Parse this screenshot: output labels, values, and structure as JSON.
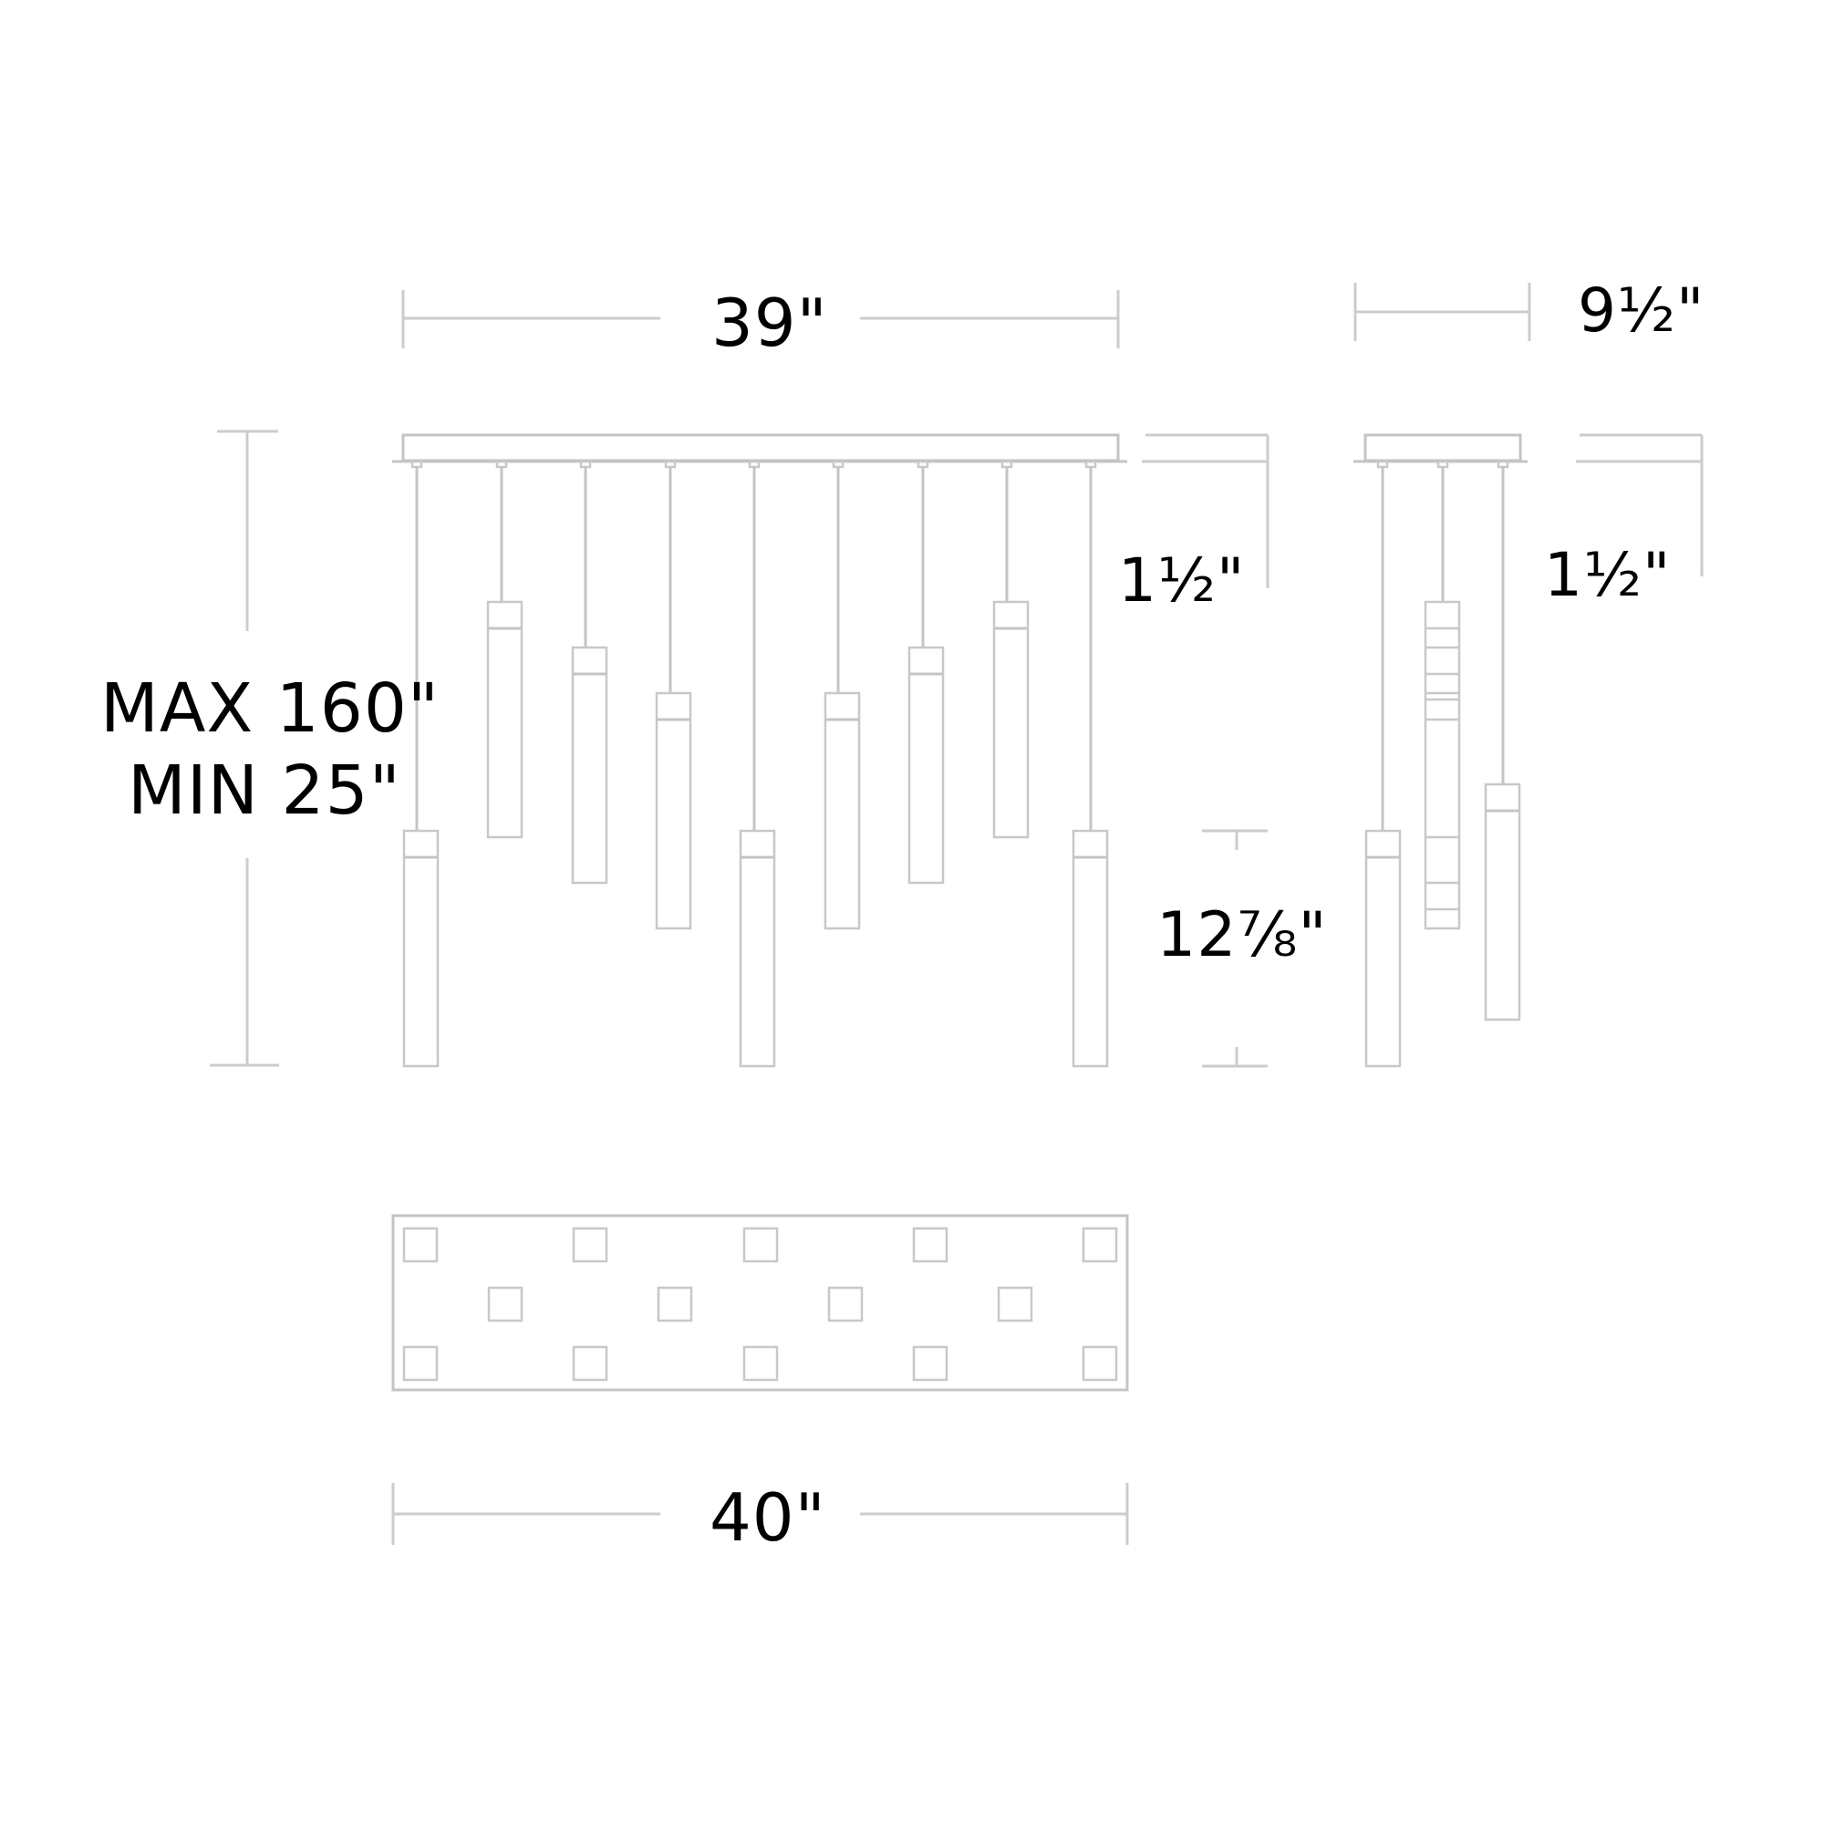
{
  "drawing": {
    "title": "Linear multi-pendant dimension drawing",
    "stroke_color": "#c4c4c4",
    "text_color": "#000000",
    "background": "#ffffff"
  },
  "labels": {
    "front_width": "39\"",
    "side_depth": "9½\"",
    "height_max": "MAX 160\"",
    "height_min": "MIN 25\"",
    "canopy_height_front": "1½\"",
    "canopy_height_side": "1½\"",
    "pendant_length": "12⅞\"",
    "plate_width": "40\""
  },
  "front_view": {
    "pendant_count": 9,
    "pendants": [
      {
        "index": 1,
        "position": "low"
      },
      {
        "index": 2,
        "position": "high"
      },
      {
        "index": 3,
        "position": "mid-high"
      },
      {
        "index": 4,
        "position": "mid"
      },
      {
        "index": 5,
        "position": "low"
      },
      {
        "index": 6,
        "position": "mid"
      },
      {
        "index": 7,
        "position": "mid-high"
      },
      {
        "index": 8,
        "position": "high"
      },
      {
        "index": 9,
        "position": "low"
      }
    ]
  },
  "side_view": {
    "pendant_count": 3
  },
  "bottom_view": {
    "rows": [
      5,
      4,
      5
    ],
    "port_count": 14
  }
}
